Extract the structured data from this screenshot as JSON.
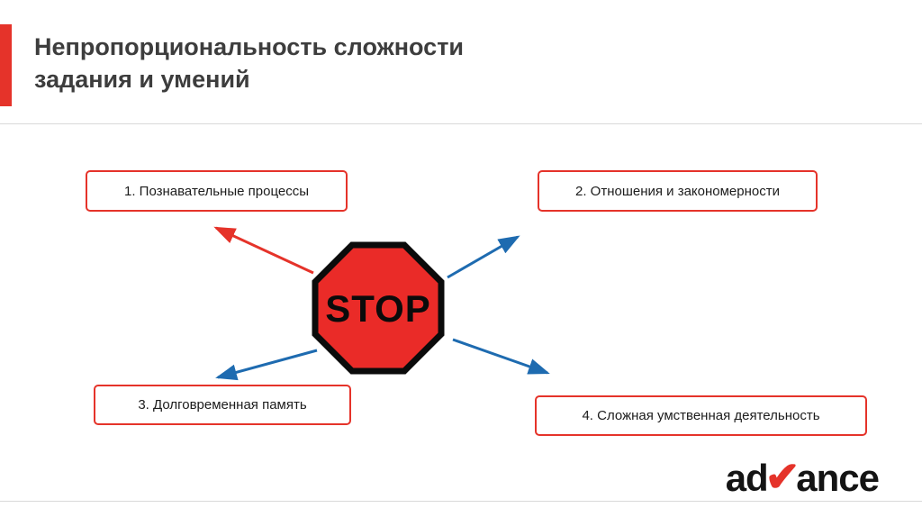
{
  "slide": {
    "title_line1": "Непропорциональность сложности",
    "title_line2": "задания и умений"
  },
  "diagram": {
    "center_label": "STOP",
    "boxes": [
      {
        "label": "1. Познавательные процессы"
      },
      {
        "label": "2. Отношения и закономерности"
      },
      {
        "label": "3. Долговременная память"
      },
      {
        "label": "4. Сложная умственная деятельность"
      }
    ]
  },
  "logo": {
    "part1": "ad",
    "checkmark": "✔",
    "part2": "ance"
  },
  "colors": {
    "accent_red": "#e5332a",
    "stop_sign_red": "#ea2b28",
    "arrow_blue": "#1e6bb0",
    "title_gray": "#3d3d3d"
  }
}
